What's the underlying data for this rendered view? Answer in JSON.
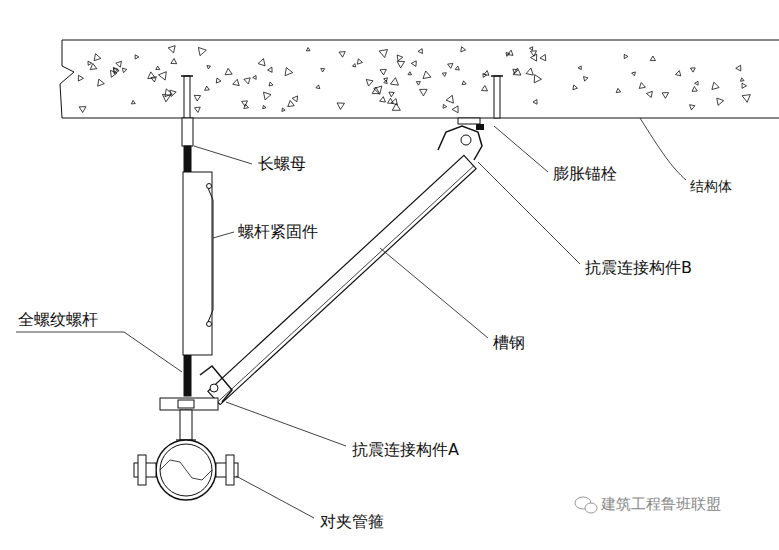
{
  "diagram": {
    "labels": [
      "长螺母",
      "螺杆紧固件",
      "全螺纹螺杆",
      "膨胀锚栓",
      "结构体",
      "抗震连接构件B",
      "槽钢",
      "抗震连接构件A",
      "对夹管箍",
      "建筑工程鲁班联盟"
    ]
  }
}
